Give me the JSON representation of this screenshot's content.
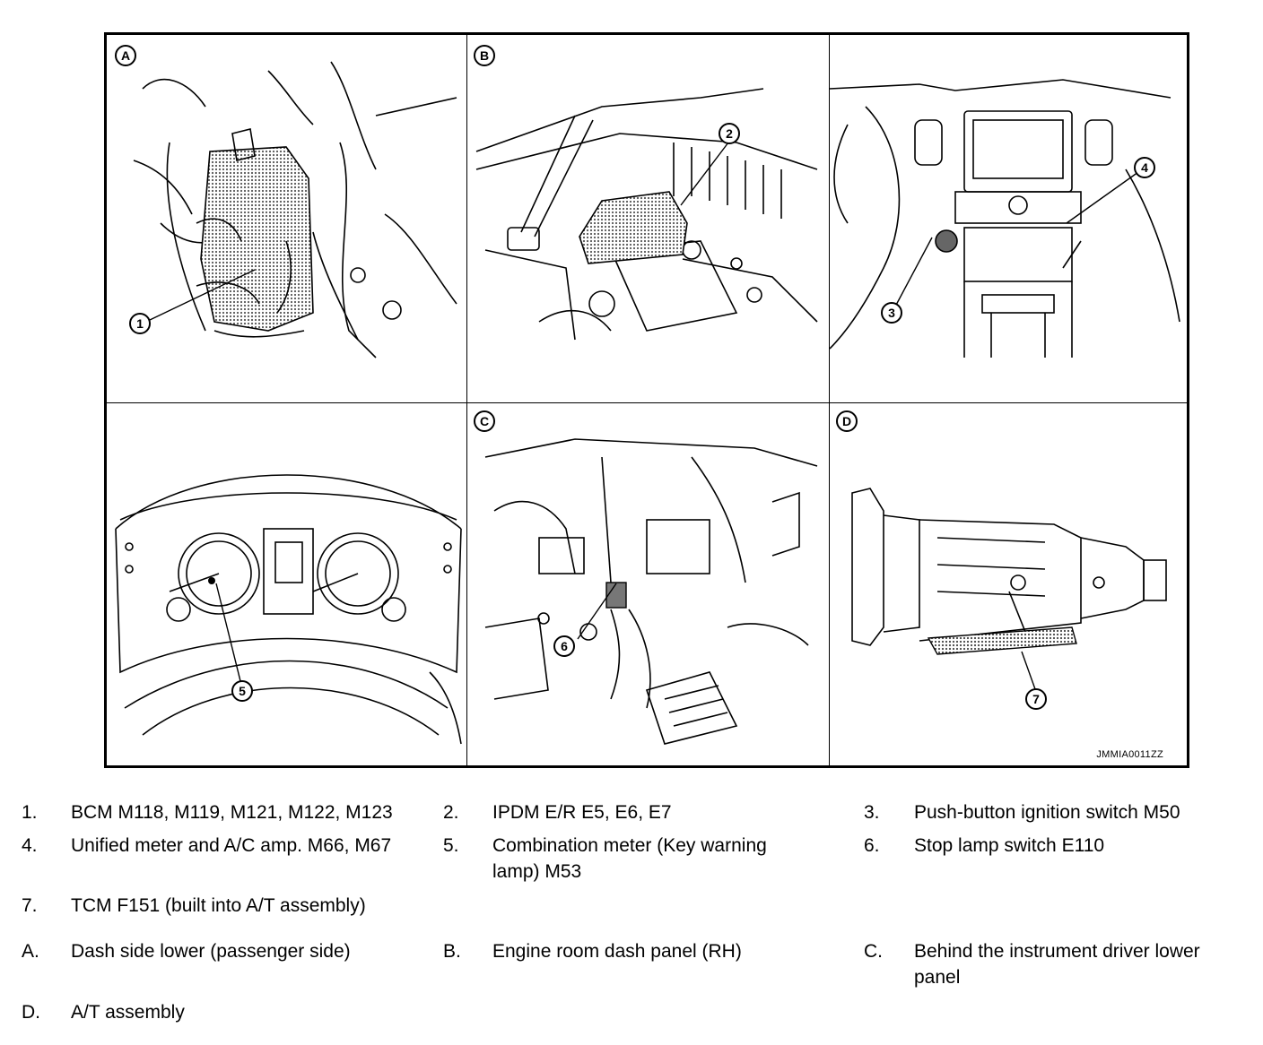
{
  "panels": {
    "A": "A",
    "B": "B",
    "C": "C",
    "D": "D"
  },
  "callouts": [
    "1",
    "2",
    "3",
    "4",
    "5",
    "6",
    "7"
  ],
  "figure_id": "JMMIA0011ZZ",
  "legend": [
    {
      "num": "1.",
      "text": "BCM M118, M119, M121, M122, M123"
    },
    {
      "num": "2.",
      "text": "IPDM E/R E5, E6, E7"
    },
    {
      "num": "3.",
      "text": "Push-button ignition switch M50"
    },
    {
      "num": "4.",
      "text": "Unified meter and A/C amp. M66, M67"
    },
    {
      "num": "5.",
      "text": "Combination meter (Key warning lamp) M53"
    },
    {
      "num": "6.",
      "text": "Stop lamp switch E110"
    },
    {
      "num": "7.",
      "text": "TCM F151 (built into A/T assembly)"
    },
    {
      "num": "A.",
      "text": "Dash side lower (passenger side)"
    },
    {
      "num": "B.",
      "text": "Engine room dash panel (RH)"
    },
    {
      "num": "C.",
      "text": "Behind the instrument driver lower panel"
    },
    {
      "num": "D.",
      "text": "A/T assembly"
    }
  ]
}
